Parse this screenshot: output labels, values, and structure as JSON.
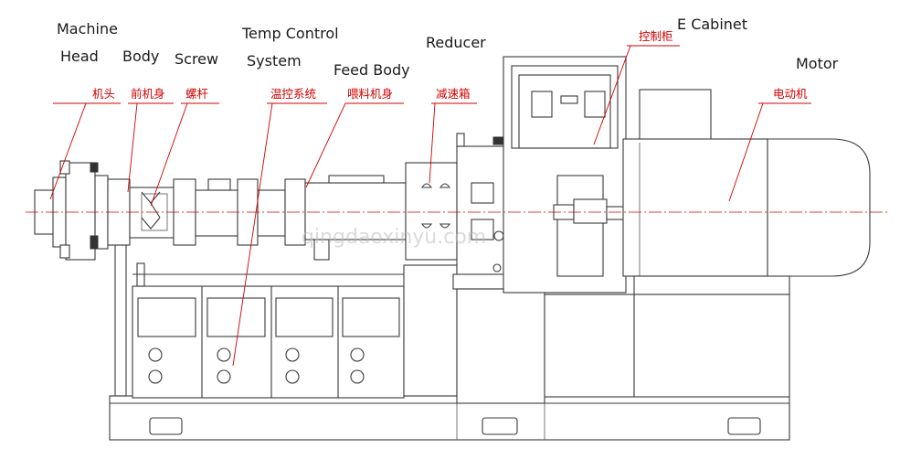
{
  "labels": {
    "machine_head_en_1": "Machine",
    "machine_head_en_2": "Head",
    "body_en": "Body",
    "screw_en": "Screw",
    "temp_control_en_1": "Temp Control",
    "temp_control_en_2": "System",
    "feed_body_en": "Feed Body",
    "reducer_en": "Reducer",
    "e_cabinet_en": "E Cabinet",
    "motor_en": "Motor",
    "machine_head_cn": "机头",
    "body_cn": "前机身",
    "screw_cn": "螺杆",
    "temp_control_cn": "温控系统",
    "feed_body_cn": "喂料机身",
    "reducer_cn": "减速箱",
    "e_cabinet_cn": "控制柜",
    "motor_cn": "电动机"
  },
  "watermark": "qingdaoxinyu.com",
  "colors": {
    "line": "#3a3a3a",
    "chinese_label": "#d10000",
    "english_label": "#1a1a1a"
  }
}
